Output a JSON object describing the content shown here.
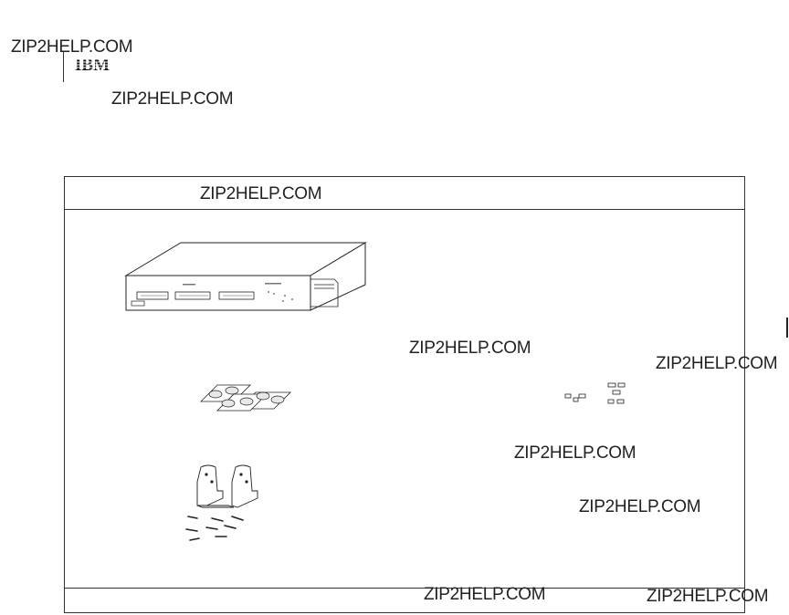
{
  "brand": {
    "logo_text": "IBM"
  },
  "watermarks": [
    "ZIP2HELP.COM",
    "ZIP2HELP.COM",
    "ZIP2HELP.COM",
    "ZIP2HELP.COM",
    "ZIP2HELP.COM",
    "ZIP2HELP.COM",
    "ZIP2HELP.COM",
    "ZIP2HELP.COM",
    "ZIP2HELP.COM"
  ],
  "illustrations": {
    "switch": "network-switch-unit",
    "feet": "rubber-feet-sheets",
    "brackets": "rack-mount-brackets-and-screws",
    "small_parts": "small-connector-parts"
  },
  "colors": {
    "line": "#333333",
    "background": "#ffffff"
  }
}
